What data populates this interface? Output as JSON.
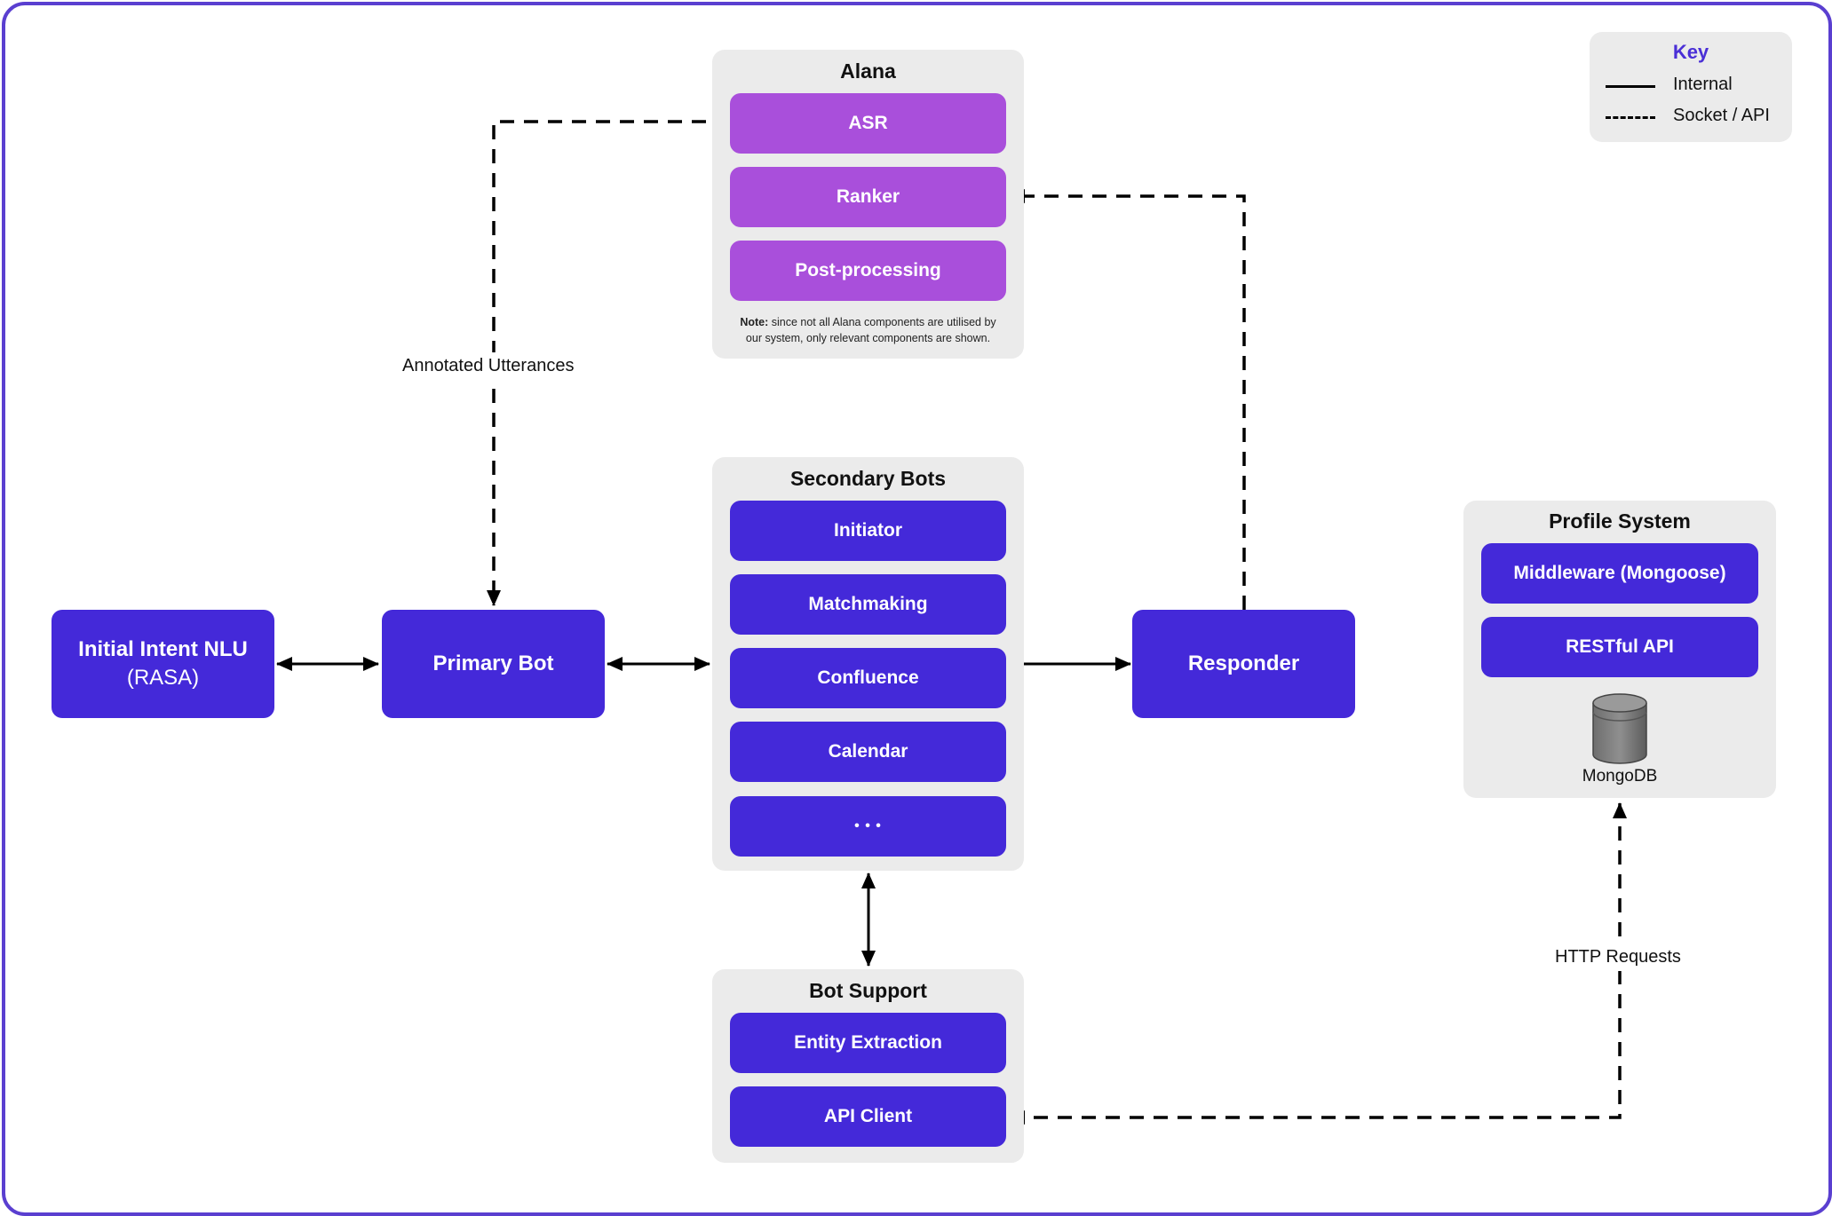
{
  "colors": {
    "frame": "#5a3fd0",
    "blue_box": "#4429d9",
    "purple_box": "#a94fdb",
    "group_bg": "#ebebeb",
    "key_title": "#4a2fd6"
  },
  "alana": {
    "title": "Alana",
    "items": [
      "ASR",
      "Ranker",
      "Post-processing"
    ],
    "note_bold": "Note:",
    "note_line1": "since not all Alana components are utilised by",
    "note_line2": "our system, only relevant components are shown."
  },
  "secondary_bots": {
    "title": "Secondary Bots",
    "items": [
      "Initiator",
      "Matchmaking",
      "Confluence",
      "Calendar",
      "• • •"
    ]
  },
  "bot_support": {
    "title": "Bot Support",
    "items": [
      "Entity Extraction",
      "API Client"
    ]
  },
  "profile_system": {
    "title": "Profile System",
    "items": [
      "Middleware (Mongoose)",
      "RESTful API"
    ],
    "db_label": "MongoDB",
    "db_icon": "database-cylinder-icon"
  },
  "nodes": {
    "initial_intent_title": "Initial Intent NLU",
    "initial_intent_sub": "(RASA)",
    "primary_bot": "Primary Bot",
    "responder": "Responder"
  },
  "edge_labels": {
    "annotated_utterances": "Annotated Utterances",
    "http_requests": "HTTP Requests"
  },
  "key": {
    "title": "Key",
    "internal": "Internal",
    "socket_api": "Socket / API"
  }
}
